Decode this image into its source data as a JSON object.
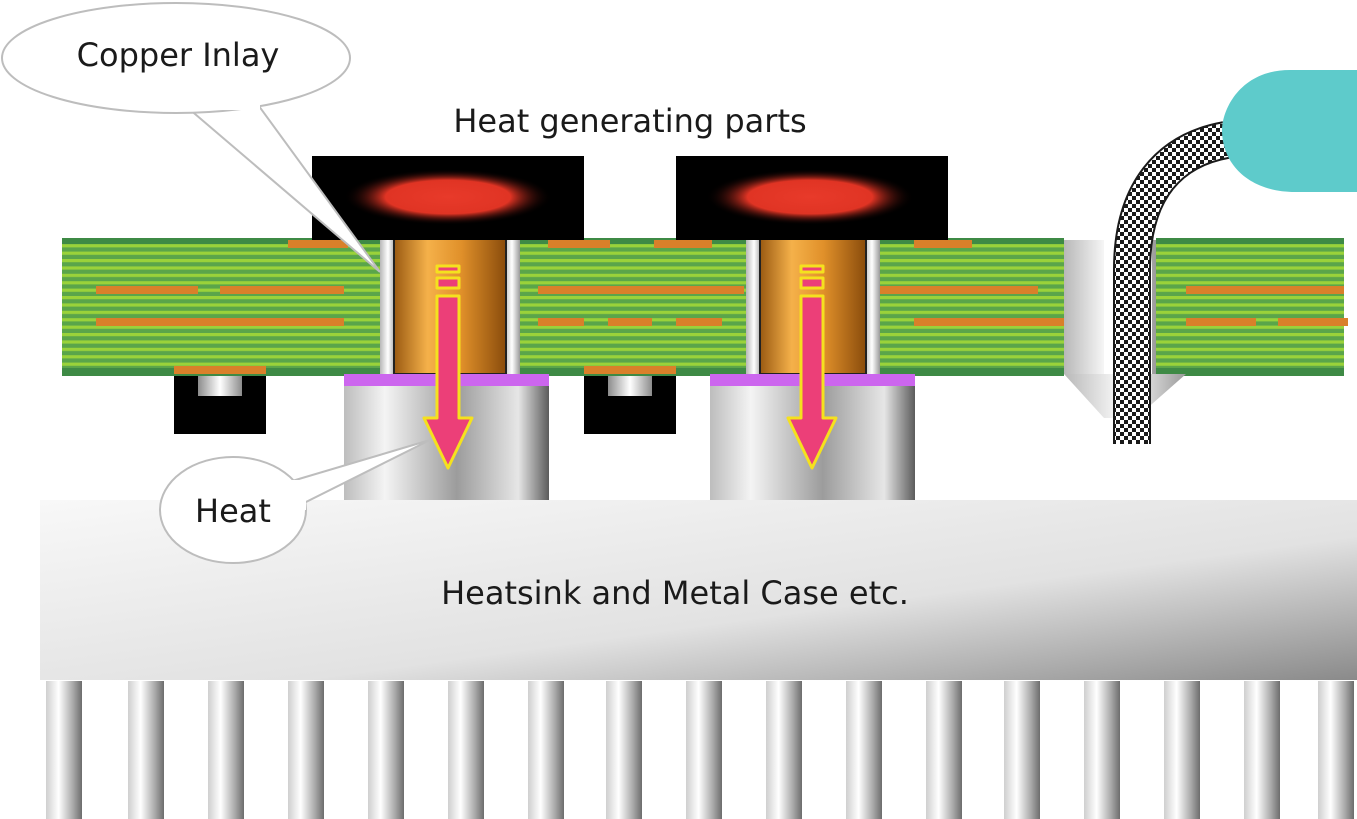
{
  "labels": {
    "copper_inlay": "Copper Inlay",
    "heat_generating_parts": "Heat generating parts",
    "heat": "Heat",
    "heatsink": "Heatsink and Metal Case etc."
  },
  "colors": {
    "pcb_green": "#5aa54a",
    "pcb_stripe": "#9ad23a",
    "copper_trace": "#d9802a",
    "copper_inlay": "#e39a2e",
    "hot_spot": "#e83a2a",
    "arrow": "#ec3f78",
    "arrow_outline": "#f5e11e",
    "thermal_paste": "#cc66ee",
    "cable_connector": "#5ecbcb",
    "component": "#000000"
  }
}
